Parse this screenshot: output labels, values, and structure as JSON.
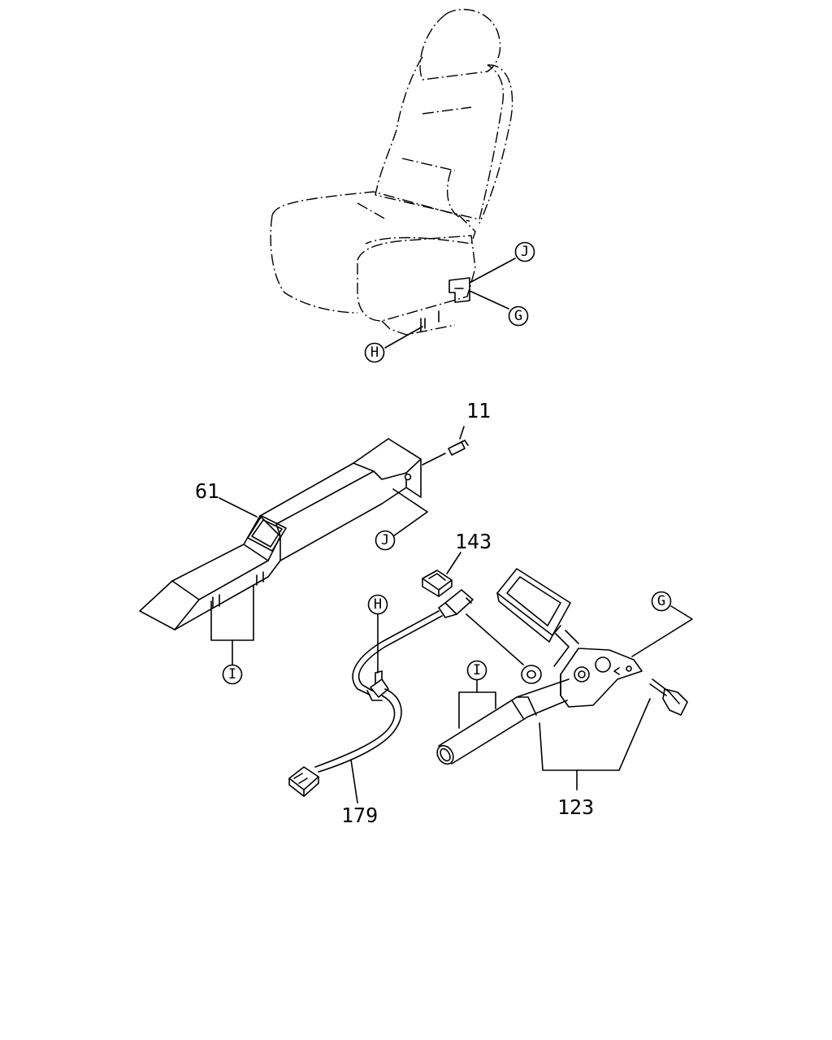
{
  "callouts": {
    "J_top": "J",
    "G_top": "G",
    "H_top": "H",
    "J_mid": "J",
    "I_left": "I",
    "H_cable": "H",
    "I_tube": "I",
    "G_right": "G"
  },
  "part_numbers": {
    "p11": "11",
    "p61": "61",
    "p143": "143",
    "p179": "179",
    "p123": "123"
  }
}
